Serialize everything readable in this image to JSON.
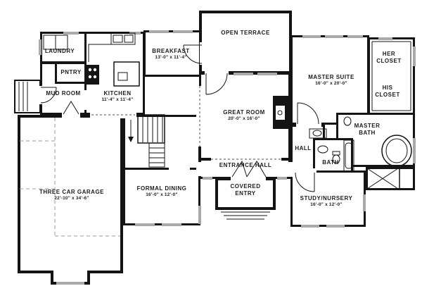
{
  "colors": {
    "wall": "#141414",
    "window": "#a9a9a9",
    "background": "#ffffff",
    "text": "#1c1c1c"
  },
  "rooms": {
    "open_terrace": {
      "name": "OPEN TERRACE",
      "dims": ""
    },
    "breakfast": {
      "name": "BREAKFAST",
      "dims": "13'-0\" x 11'-4\""
    },
    "laundry": {
      "name": "LAUNDRY",
      "dims": ""
    },
    "pantry": {
      "name": "PNTRY",
      "dims": ""
    },
    "mud_room": {
      "name": "MUD ROOM",
      "dims": ""
    },
    "kitchen": {
      "name": "KITCHEN",
      "dims": "11'-4\" x 11'-4\""
    },
    "great_room": {
      "name": "GREAT ROOM",
      "dims": "20'-0\" x 16'-0\""
    },
    "master_suite": {
      "name": "MASTER SUITE",
      "dims": "16'-0\" x 20'-0\""
    },
    "her_closet": {
      "name": "HER CLOSET",
      "dims": ""
    },
    "his_closet": {
      "name": "HIS CLOSET",
      "dims": ""
    },
    "master_bath": {
      "name": "MASTER BATH",
      "dims": ""
    },
    "hall": {
      "name": "HALL",
      "dims": ""
    },
    "bath": {
      "name": "BATH",
      "dims": ""
    },
    "entrance_hall": {
      "name": "ENTRANCE HALL",
      "dims": ""
    },
    "covered_entry": {
      "name": "COVERED ENTRY",
      "dims": ""
    },
    "study_nursery": {
      "name": "STUDY/NURSERY",
      "dims": "16'-0\" x 12'-0\""
    },
    "formal_dining": {
      "name": "FORMAL DINING",
      "dims": "16'-0\" x 12'-0\""
    },
    "three_car_garage": {
      "name": "THREE CAR GARAGE",
      "dims": "22'-10\" x 34'-6\""
    }
  }
}
